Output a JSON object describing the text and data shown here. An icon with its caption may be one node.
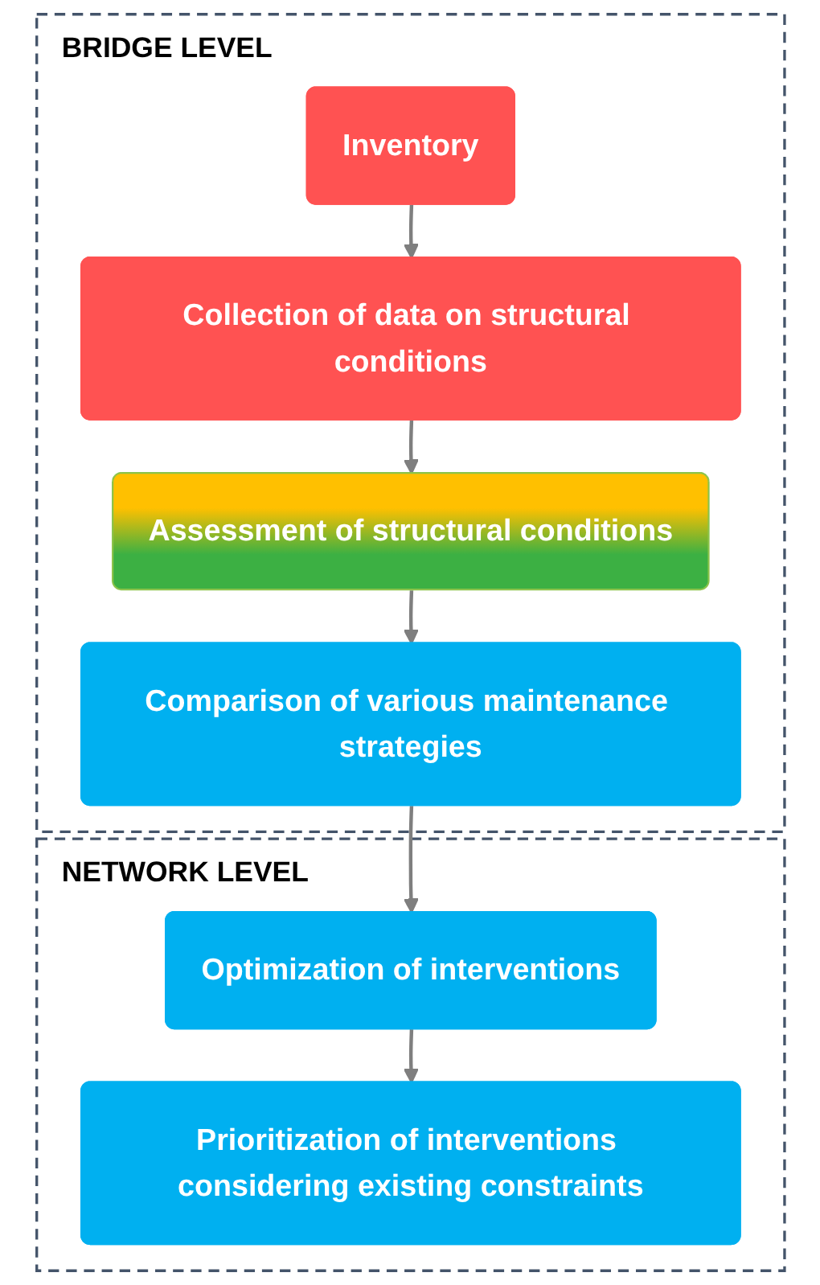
{
  "diagram": {
    "nodes": [
      {
        "text": [
          "BRIDGE LEVEL"
        ]
      },
      {
        "text": [
          "Inventory"
        ],
        "in": 0
      },
      {
        "text": [
          "Collection of data on structural conditions"
        ],
        "in": 0
      },
      {
        "text": [
          "Assessment of structural conditions"
        ],
        "in": 0
      },
      {
        "text": [
          "Comparison of various maintenance strategies"
        ],
        "in": 0
      },
      {
        "text": [
          "NETWORK LEVEL"
        ]
      },
      {
        "text": [
          "Optimization of interventions"
        ],
        "in": 5
      },
      {
        "text": [
          "Prioritization of interventions considering existing constraints"
        ],
        "in": 5
      }
    ],
    "edges": [
      {
        "from": 1,
        "to": 2,
        "arrow": "to"
      },
      {
        "from": 2,
        "to": 3,
        "arrow": "to"
      },
      {
        "from": 3,
        "to": 4,
        "arrow": "to"
      },
      {
        "from": 4,
        "to": 6,
        "arrow": "to"
      },
      {
        "from": 6,
        "to": 7,
        "arrow": "to"
      }
    ]
  }
}
